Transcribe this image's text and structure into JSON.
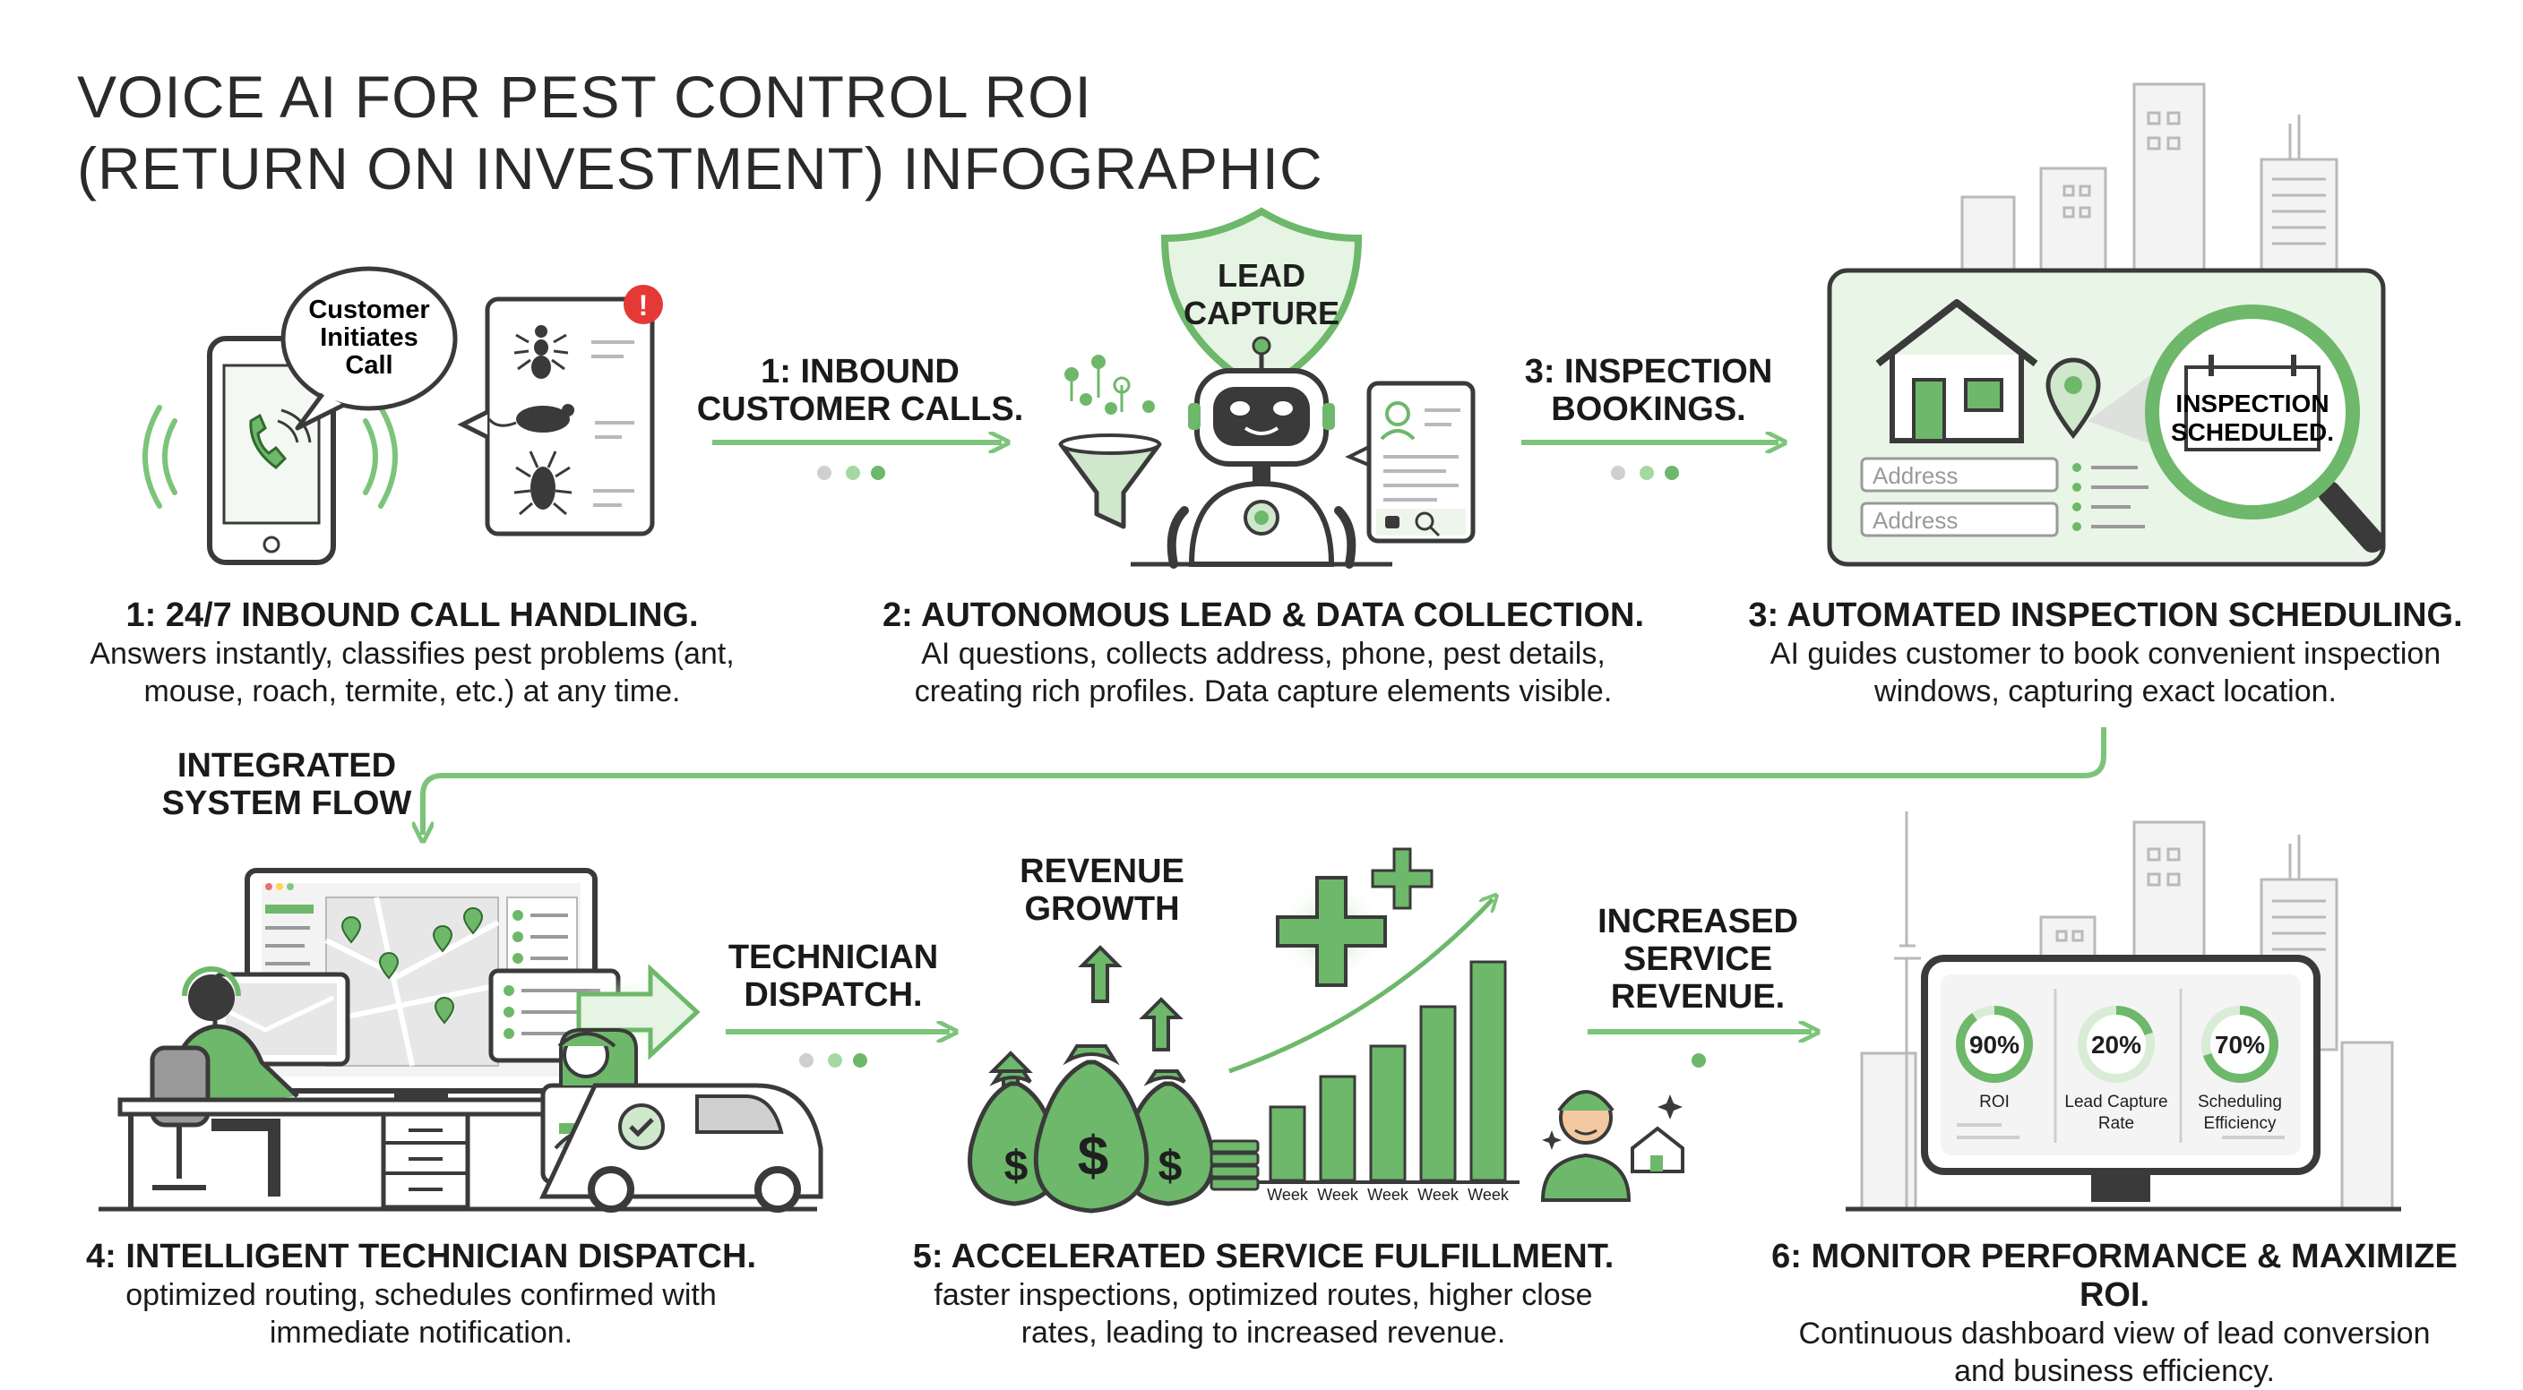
{
  "title": {
    "line1": "VOICE AI FOR PEST CONTROL ROI",
    "line2": "(RETURN ON INVESTMENT) INFOGRAPHIC"
  },
  "flow_labels": {
    "inbound_l1": "1: INBOUND",
    "inbound_l2": "CUSTOMER CALLS.",
    "booking_l1": "3: INSPECTION",
    "booking_l2": "BOOKINGS.",
    "integrated_l1": "INTEGRATED",
    "integrated_l2": "SYSTEM FLOW",
    "dispatch_l1": "TECHNICIAN",
    "dispatch_l2": "DISPATCH.",
    "growth_l1": "REVENUE",
    "growth_l2": "GROWTH",
    "service_l1": "INCREASED",
    "service_l2": "SERVICE",
    "service_l3": "REVENUE."
  },
  "illustrations": {
    "bubble_l1": "Customer",
    "bubble_l2": "Initiates",
    "bubble_l3": "Call",
    "shield_l1": "LEAD",
    "shield_l2": "CAPTURE",
    "address_placeholder_1": "Address",
    "address_placeholder_2": "Address",
    "magnifier_l1": "INSPECTION",
    "magnifier_l2": "SCHEDULED.",
    "alert_glyph": "!",
    "currency_glyph": "$",
    "week_label": "Week"
  },
  "steps": [
    {
      "title": "1: 24/7 INBOUND CALL HANDLING.",
      "desc_l1": "Answers instantly, classifies pest problems (ant,",
      "desc_l2": "mouse, roach, termite, etc.) at any time."
    },
    {
      "title": "2: AUTONOMOUS LEAD & DATA COLLECTION.",
      "desc_l1": "AI questions, collects address, phone, pest details,",
      "desc_l2": "creating rich profiles. Data capture elements visible."
    },
    {
      "title": "3: AUTOMATED INSPECTION SCHEDULING.",
      "desc_l1": "AI guides customer to book convenient inspection",
      "desc_l2": "windows, capturing exact location."
    },
    {
      "title": "4: INTELLIGENT TECHNICIAN DISPATCH.",
      "desc_l1": "optimized routing, schedules confirmed with",
      "desc_l2": "immediate notification."
    },
    {
      "title": "5: ACCELERATED SERVICE FULFILLMENT.",
      "desc_l1": "faster inspections, optimized routes, higher close",
      "desc_l2": "rates, leading to increased revenue."
    },
    {
      "title": "6: MONITOR PERFORMANCE & MAXIMIZE ROI.",
      "desc_l1": "Continuous dashboard view of lead conversion",
      "desc_l2": "and business efficiency."
    }
  ],
  "metrics": [
    {
      "value_text": "90%",
      "fraction": 0.9,
      "label_l1": "ROI",
      "label_l2": ""
    },
    {
      "value_text": "20%",
      "fraction": 0.2,
      "label_l1": "Lead Capture",
      "label_l2": "Rate"
    },
    {
      "value_text": "70%",
      "fraction": 0.7,
      "label_l1": "Scheduling",
      "label_l2": "Efficiency"
    }
  ],
  "colors": {
    "accent": "#6db86a",
    "accent_light": "#cfe8cc",
    "accent_pale": "#e9f5e7",
    "outline": "#3a3a3a",
    "alert": "#e53935"
  }
}
